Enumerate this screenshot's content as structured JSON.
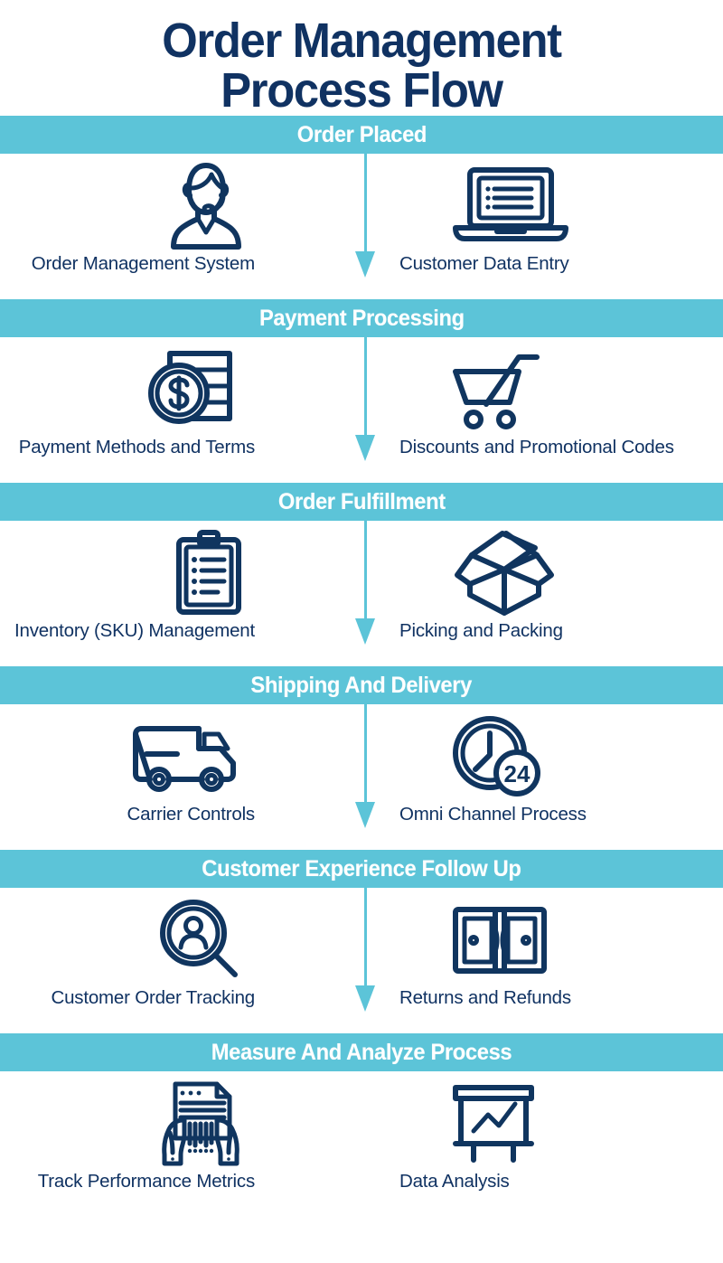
{
  "title": {
    "line1": "Order Management",
    "line2": "Process Flow"
  },
  "colors": {
    "band": "#5cc4d8",
    "title": "#103262",
    "icon_outline": "#10355f",
    "arrow": "#5cc4d8",
    "background": "#ffffff",
    "band_text": "#ffffff"
  },
  "sections": [
    {
      "band_label": "Order Placed",
      "left": {
        "caption": "Order Management System",
        "icon": "headset-agent-icon"
      },
      "right": {
        "caption": "Customer Data Entry",
        "icon": "laptop-icon"
      },
      "has_arrow": true
    },
    {
      "band_label": "Payment Processing",
      "left": {
        "caption": "Payment Methods and Terms",
        "icon": "dollar-coin-cash-icon"
      },
      "right": {
        "caption": "Discounts and Promotional Codes",
        "icon": "shopping-cart-icon"
      },
      "has_arrow": true
    },
    {
      "band_label": "Order Fulfillment",
      "left": {
        "caption": "Inventory (SKU) Management",
        "icon": "clipboard-checklist-icon"
      },
      "right": {
        "caption": "Picking and Packing",
        "icon": "open-box-icon"
      },
      "has_arrow": true
    },
    {
      "band_label": "Shipping And Delivery",
      "left": {
        "caption": "Carrier Controls",
        "icon": "delivery-van-icon"
      },
      "right": {
        "caption": "Omni Channel Process",
        "icon": "clock-24-icon"
      },
      "has_arrow": true
    },
    {
      "band_label": "Customer Experience Follow Up",
      "left": {
        "caption": "Customer Order Tracking",
        "icon": "magnifier-person-icon"
      },
      "right": {
        "caption": "Returns and Refunds",
        "icon": "banknote-icon"
      },
      "has_arrow": true
    },
    {
      "band_label": "Measure And Analyze Process",
      "left": {
        "caption": "Track Performance Metrics",
        "icon": "hands-report-icon"
      },
      "right": {
        "caption": "Data Analysis",
        "icon": "presentation-chart-icon"
      },
      "has_arrow": false
    }
  ]
}
